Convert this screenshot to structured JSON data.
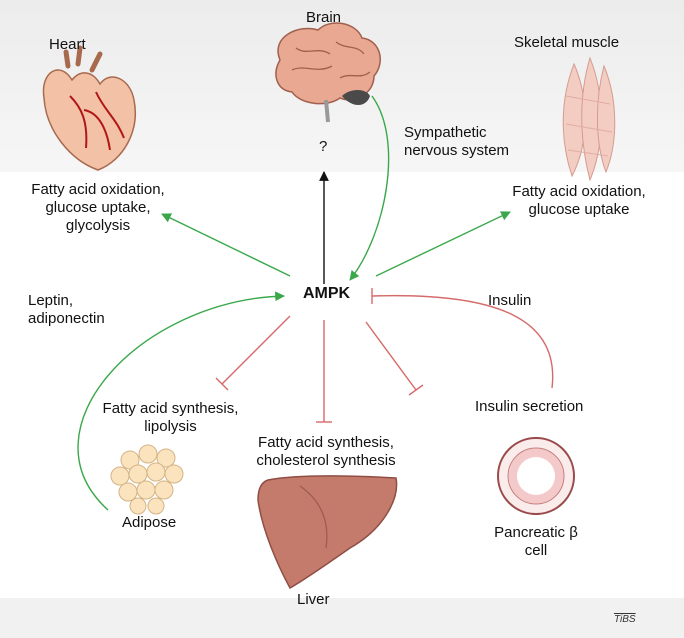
{
  "center": "AMPK",
  "labels": {
    "heart": "Heart",
    "brain": "Brain",
    "skeletal_muscle": "Skeletal muscle",
    "question": "?",
    "sympathetic": "Sympathetic\nnervous system",
    "heart_effects": "Fatty acid oxidation,\nglucose uptake,\nglycolysis",
    "muscle_effects": "Fatty acid oxidation,\nglucose uptake",
    "leptin": "Leptin,\nadiponectin",
    "insulin": "Insulin",
    "adipose_effects": "Fatty acid synthesis,\nlipolysis",
    "liver_effects": "Fatty acid synthesis,\ncholesterol synthesis",
    "insulin_secretion": "Insulin secretion",
    "adipose": "Adipose",
    "liver": "Liver",
    "pancreatic": "Pancreatic β\ncell",
    "source": "TiBS"
  },
  "colors": {
    "activation": "#3aa84a",
    "inhibition": "#d66a6a",
    "neutral": "#111111"
  }
}
